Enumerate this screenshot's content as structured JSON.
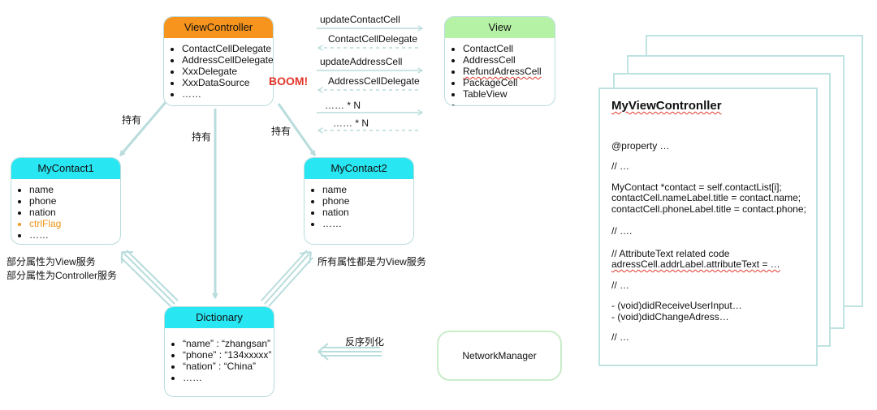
{
  "colors": {
    "orange": "#f7941d",
    "green": "#b6f2a6",
    "cyan": "#28e6f2",
    "arrow": "#b9dcdc",
    "boom": "#e2372a"
  },
  "view_controller": {
    "title": "ViewController",
    "items": [
      "ContactCellDelegate",
      "AddressCellDelegate",
      "XxxDelegate",
      "XxxDataSource",
      "……"
    ]
  },
  "view": {
    "title": "View",
    "items": [
      "ContactCell",
      "AddressCell",
      "RefundAdressCell",
      "PackageCell",
      "TableView",
      "……"
    ]
  },
  "mycontact1": {
    "title": "MyContact1",
    "items": [
      "name",
      "phone",
      "nation",
      "ctrlFlag",
      "……"
    ]
  },
  "mycontact2": {
    "title": "MyContact2",
    "items": [
      "name",
      "phone",
      "nation",
      "……"
    ]
  },
  "dictionary": {
    "title": "Dictionary",
    "items": [
      "“name” : “zhangsan”",
      "“phone” : “134xxxxx”",
      "“nation” : “China”",
      "……"
    ]
  },
  "network_manager": {
    "title": "NetworkManager"
  },
  "labels": {
    "boom": "BOOM!",
    "update_contact_cell": "updateContactCell",
    "contact_cell_delegate": "ContactCellDelegate",
    "update_address_cell": "updateAddressCell",
    "address_cell_delegate": "AddressCellDelegate",
    "n_right": "…… * N",
    "n_left": "…… * N",
    "hold_left": "持有",
    "hold_center": "持有",
    "hold_right": "持有",
    "mc1_note1": "部分属性为View服务",
    "mc1_note2": "部分属性为Controller服务",
    "mc2_note": "所有属性都是为View服务",
    "deserialize": "反序列化"
  },
  "code_doc": {
    "title": "MyViewContronller",
    "property": "@property …",
    "c1": "// …",
    "l1": "MyContact *contact = self.contactList[i];",
    "l2": "contactCell.nameLabel.title = contact.name;",
    "l3": "contactCell.phoneLabel.title = contact.phone;",
    "c2": "// ….",
    "c3": "// AttributeText related code",
    "l4": "adressCell.addrLabel.attributeText = …",
    "c4": "// …",
    "m1": "-  (void)didReceiveUserInput…",
    "m2": "-  (void)didChangeAdress…",
    "c5": "// …"
  }
}
